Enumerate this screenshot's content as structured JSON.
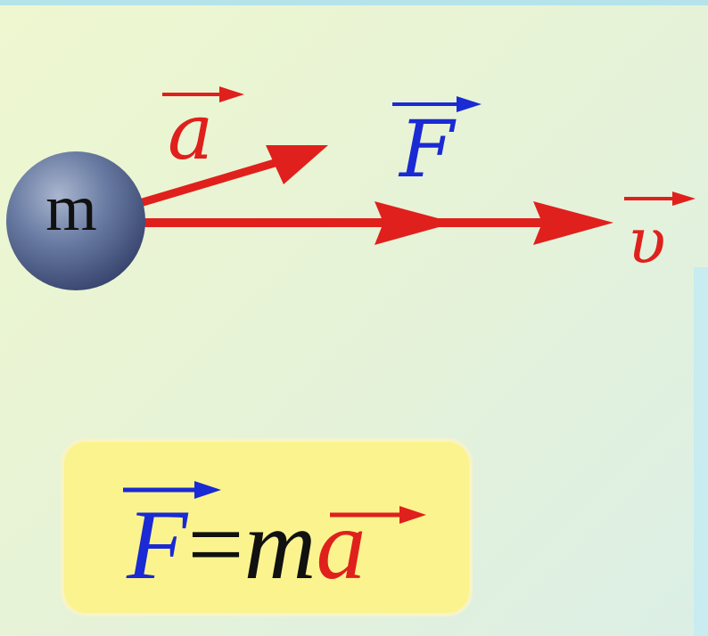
{
  "mass_label": "m",
  "vectors": {
    "acceleration_label": "a",
    "force_label": "F",
    "velocity_label": "υ"
  },
  "formula": {
    "force": "F",
    "equals": "=",
    "mass": "m",
    "acceleration": "a"
  },
  "colors": {
    "red": "#e0201c",
    "blue": "#1a2ad4",
    "ball": "#5a6f95",
    "formula_box": "#fbf48e"
  }
}
